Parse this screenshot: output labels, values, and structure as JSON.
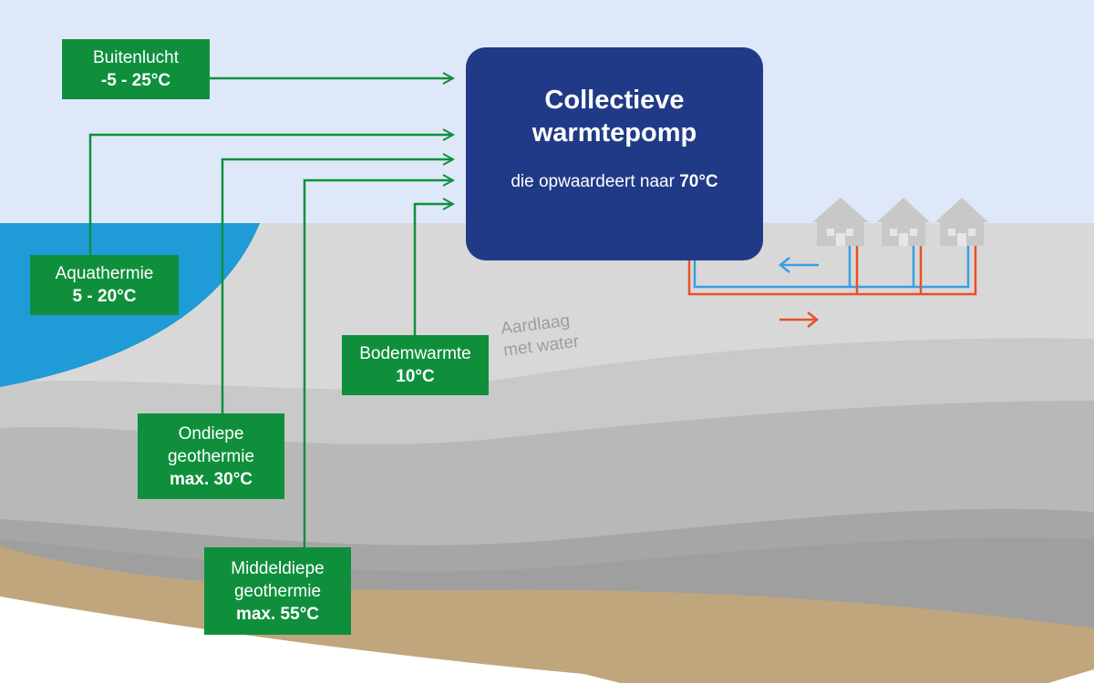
{
  "heat_pump": {
    "title_line1": "Collectieve",
    "title_line2": "warmtepomp",
    "subtitle_prefix": "die opwaardeert naar ",
    "subtitle_value": "70°C"
  },
  "sources": {
    "buitenlucht": {
      "label": "Buitenlucht",
      "value": "-5 - 25°C"
    },
    "aquathermie": {
      "label": "Aquathermie",
      "value": "5 - 20°C"
    },
    "bodemwarmte": {
      "label": "Bodemwarmte",
      "value": "10°C"
    },
    "ondiepe": {
      "label_line1": "Ondiepe",
      "label_line2": "geothermie",
      "value": "max. 30°C"
    },
    "middeldiepe": {
      "label_line1": "Middeldiepe",
      "label_line2": "geothermie",
      "value": "max. 55°C"
    }
  },
  "layer_label": {
    "line1": "Aardlaag",
    "line2": "met water"
  },
  "colors": {
    "sky": "#dfe8f8",
    "water": "#1f9bd7",
    "box_green": "#0f8f3c",
    "pump_blue": "#213a87",
    "pipe_cold": "#3a9ee0",
    "pipe_hot": "#e8502a",
    "sand": "#c0a67c"
  },
  "icons": [
    "house-icon",
    "house-icon",
    "house-icon",
    "flow-arrow-left-icon",
    "flow-arrow-right-icon"
  ]
}
